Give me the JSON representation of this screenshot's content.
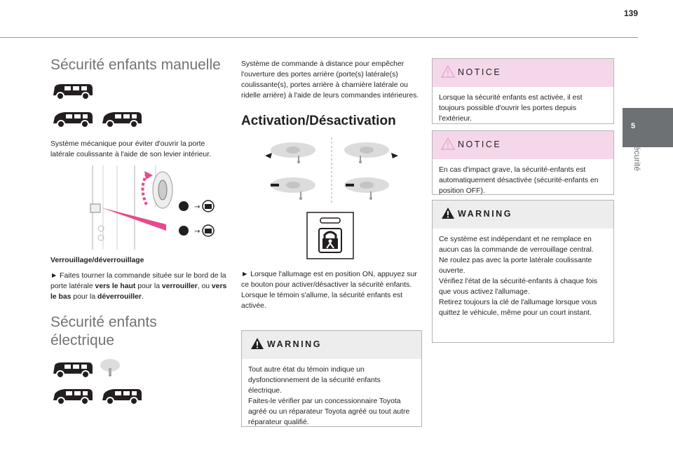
{
  "page": {
    "number": "139",
    "tab_number": "5",
    "tab_label": "Sécurité"
  },
  "col1": {
    "title": "Sécurité enfants manuelle",
    "intro": "Système mécanique pour éviter d'ouvrir la porte latérale coulissante à l'aide de son levier intérieur.",
    "lock_heading": "Verrouillage/déverrouillage",
    "lock_text": {
      "t1": "► Faites tourner la commande située sur le bord de la porte latérale ",
      "b1": "vers le haut",
      "t2": " pour la ",
      "b2": "verrouiller",
      "t3": ", ou ",
      "b3": "vers le bas",
      "t4": " pour la ",
      "b4": "déverrouiller",
      "t5": "."
    },
    "title2": "Sécurité enfants électrique"
  },
  "col2": {
    "intro": "Système de commande à distance pour empêcher l'ouverture des portes arrière (porte(s) latérale(s) coulissante(s), portes arrière à charnière latérale ou ridelle arrière) à l'aide de leurs commandes intérieures.",
    "heading": "Activation/Désactivation",
    "text1": "► Lorsque l'allumage est en position ON, appuyez sur ce bouton pour activer/désactiver la sécurité enfants.",
    "text2": "Lorsque le témoin s'allume, la sécurité enfants est activée.",
    "warning": {
      "title": "WARNING",
      "lines": [
        "Tout autre état du témoin indique un dysfonctionnement de la sécurité enfants électrique.",
        "Faites-le vérifier par un concessionnaire Toyota agréé ou un réparateur Toyota agréé ou tout autre réparateur qualifié."
      ]
    }
  },
  "col3": {
    "notice1": {
      "title": "NOTICE",
      "text": "Lorsque la sécurité enfants est activée, il est toujours possible d'ouvrir les portes depuis l'extérieur."
    },
    "notice2": {
      "title": "NOTICE",
      "text": "En cas d'impact grave, la sécurité-enfants est automatiquement désactivée (sécurité-enfants en position OFF)."
    },
    "warning": {
      "title": "WARNING",
      "lines": [
        "Ce système est indépendant et ne remplace en aucun cas la commande de verrouillage central.",
        "Ne roulez pas avec la porte latérale coulissante ouverte.",
        "Vérifiez l'état de la sécurité-enfants à chaque fois que vous activez l'allumage.",
        "Retirez toujours la clé de l'allumage lorsque vous quittez le véhicule, même pour un court instant."
      ]
    }
  },
  "colors": {
    "rule": "#9b9b9b",
    "tab": "#6d7174",
    "notice_bg": "#f5d7ea",
    "warning_bg": "#ededed"
  },
  "icons": [
    "van-icon",
    "car-icon",
    "warning-triangle-icon",
    "child-lock-button-icon",
    "steering-wheel-icon",
    "door-lever-illustration"
  ]
}
